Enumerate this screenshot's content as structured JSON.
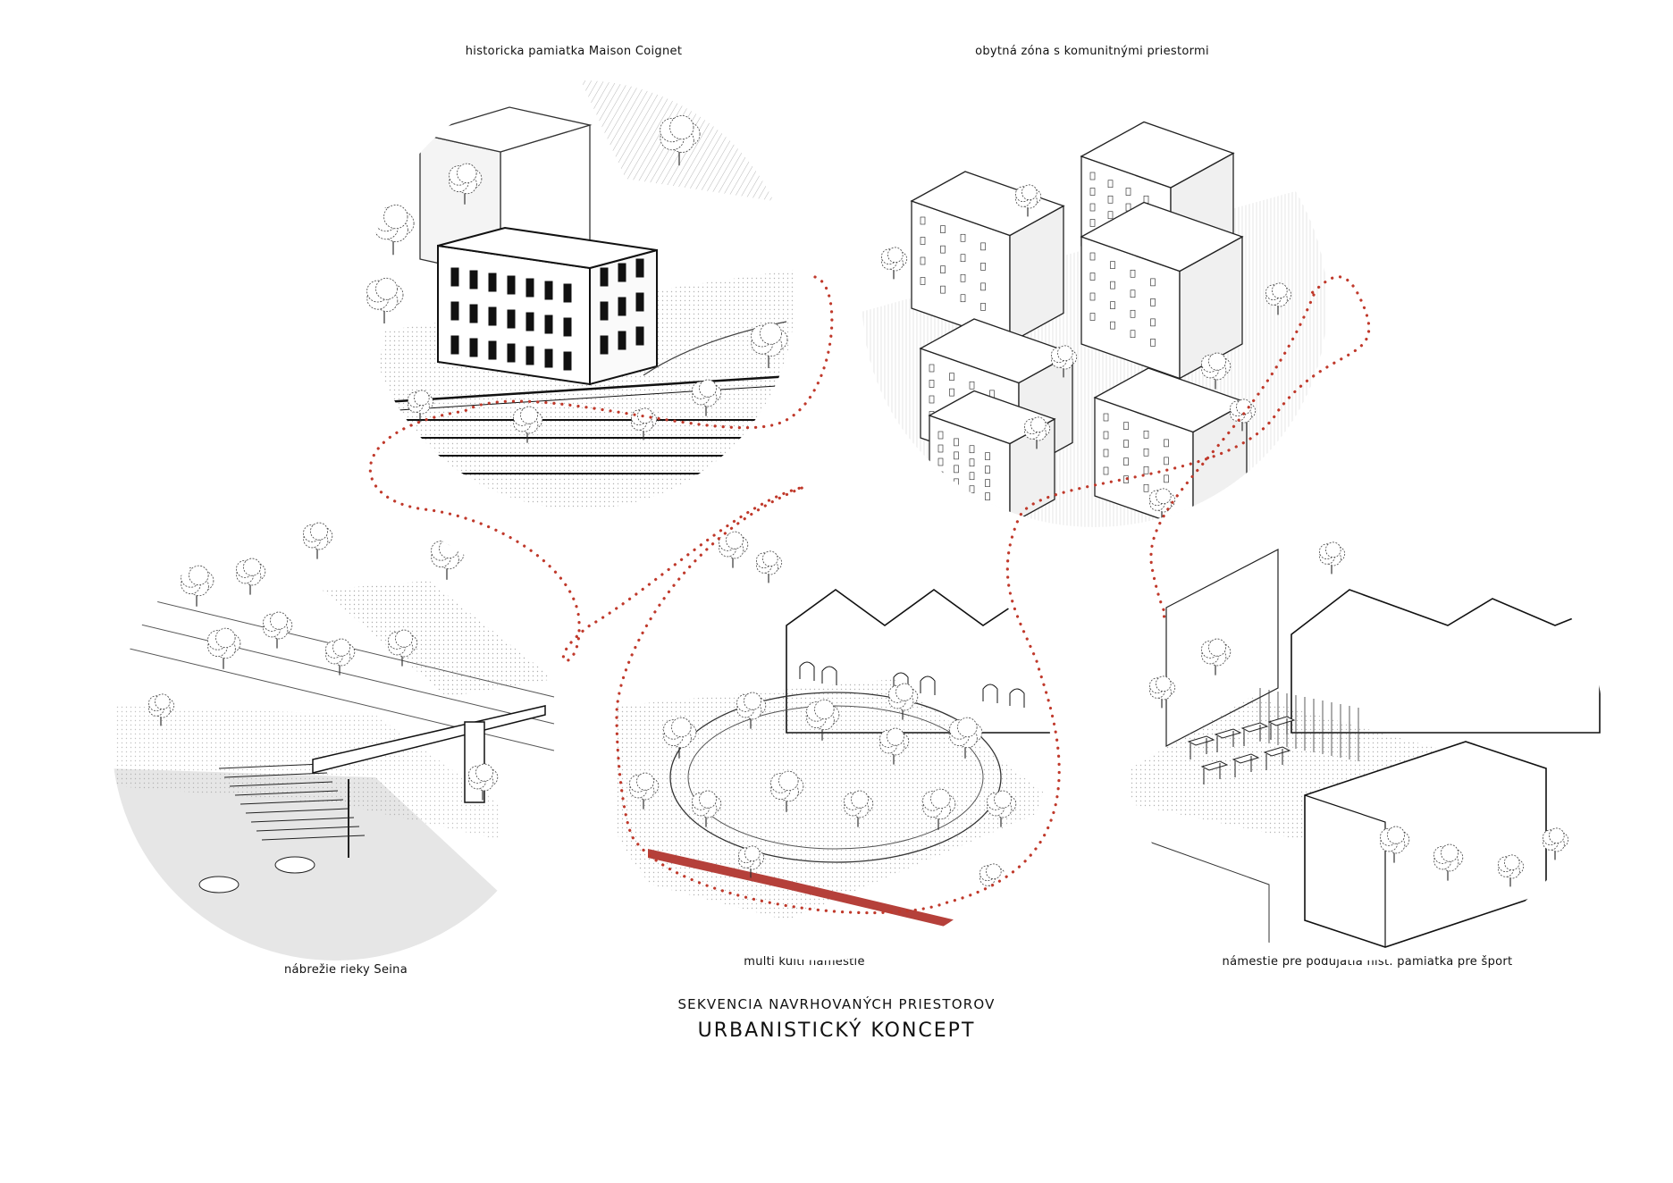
{
  "vignettes": {
    "maison_coignet": {
      "label": "historicka pamiatka Maison Coignet"
    },
    "residential": {
      "label": "obytná zóna s komunitnými priestormi"
    },
    "seine_quay": {
      "label": "nábrežie rieky Seina"
    },
    "multi_kulti": {
      "label": "multi kulti namestie"
    },
    "sport_square": {
      "label": "námestie pre podujatia hist. pamiatka pre šport"
    }
  },
  "caption": {
    "subtitle": "SEKVENCIA NAVRHOVANÝCH PRIESTOROV",
    "title": "URBANISTICKÝ KONCEPT"
  },
  "colors": {
    "path_dots": "#c0392b",
    "linework": "#222222",
    "water": "#e6e6e6",
    "red_band": "#b5403a"
  }
}
